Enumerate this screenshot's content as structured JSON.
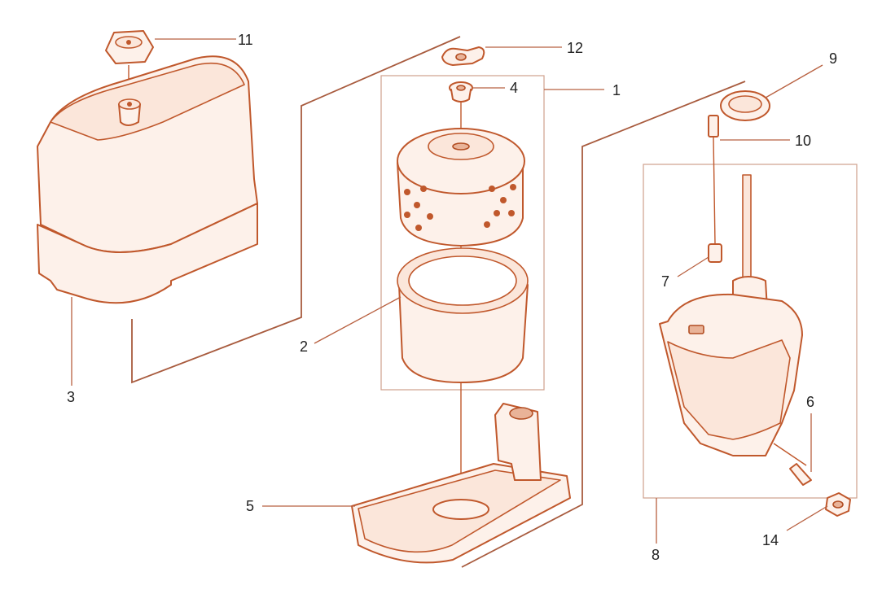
{
  "diagram": {
    "accent_color": "#c0582c",
    "callouts": [
      {
        "id": "11",
        "label": "11"
      },
      {
        "id": "12",
        "label": "12"
      },
      {
        "id": "4",
        "label": "4"
      },
      {
        "id": "1",
        "label": "1"
      },
      {
        "id": "9",
        "label": "9"
      },
      {
        "id": "10",
        "label": "10"
      },
      {
        "id": "3",
        "label": "3"
      },
      {
        "id": "2",
        "label": "2"
      },
      {
        "id": "7",
        "label": "7"
      },
      {
        "id": "6",
        "label": "6"
      },
      {
        "id": "5",
        "label": "5"
      },
      {
        "id": "8",
        "label": "8"
      },
      {
        "id": "14",
        "label": "14"
      }
    ]
  }
}
